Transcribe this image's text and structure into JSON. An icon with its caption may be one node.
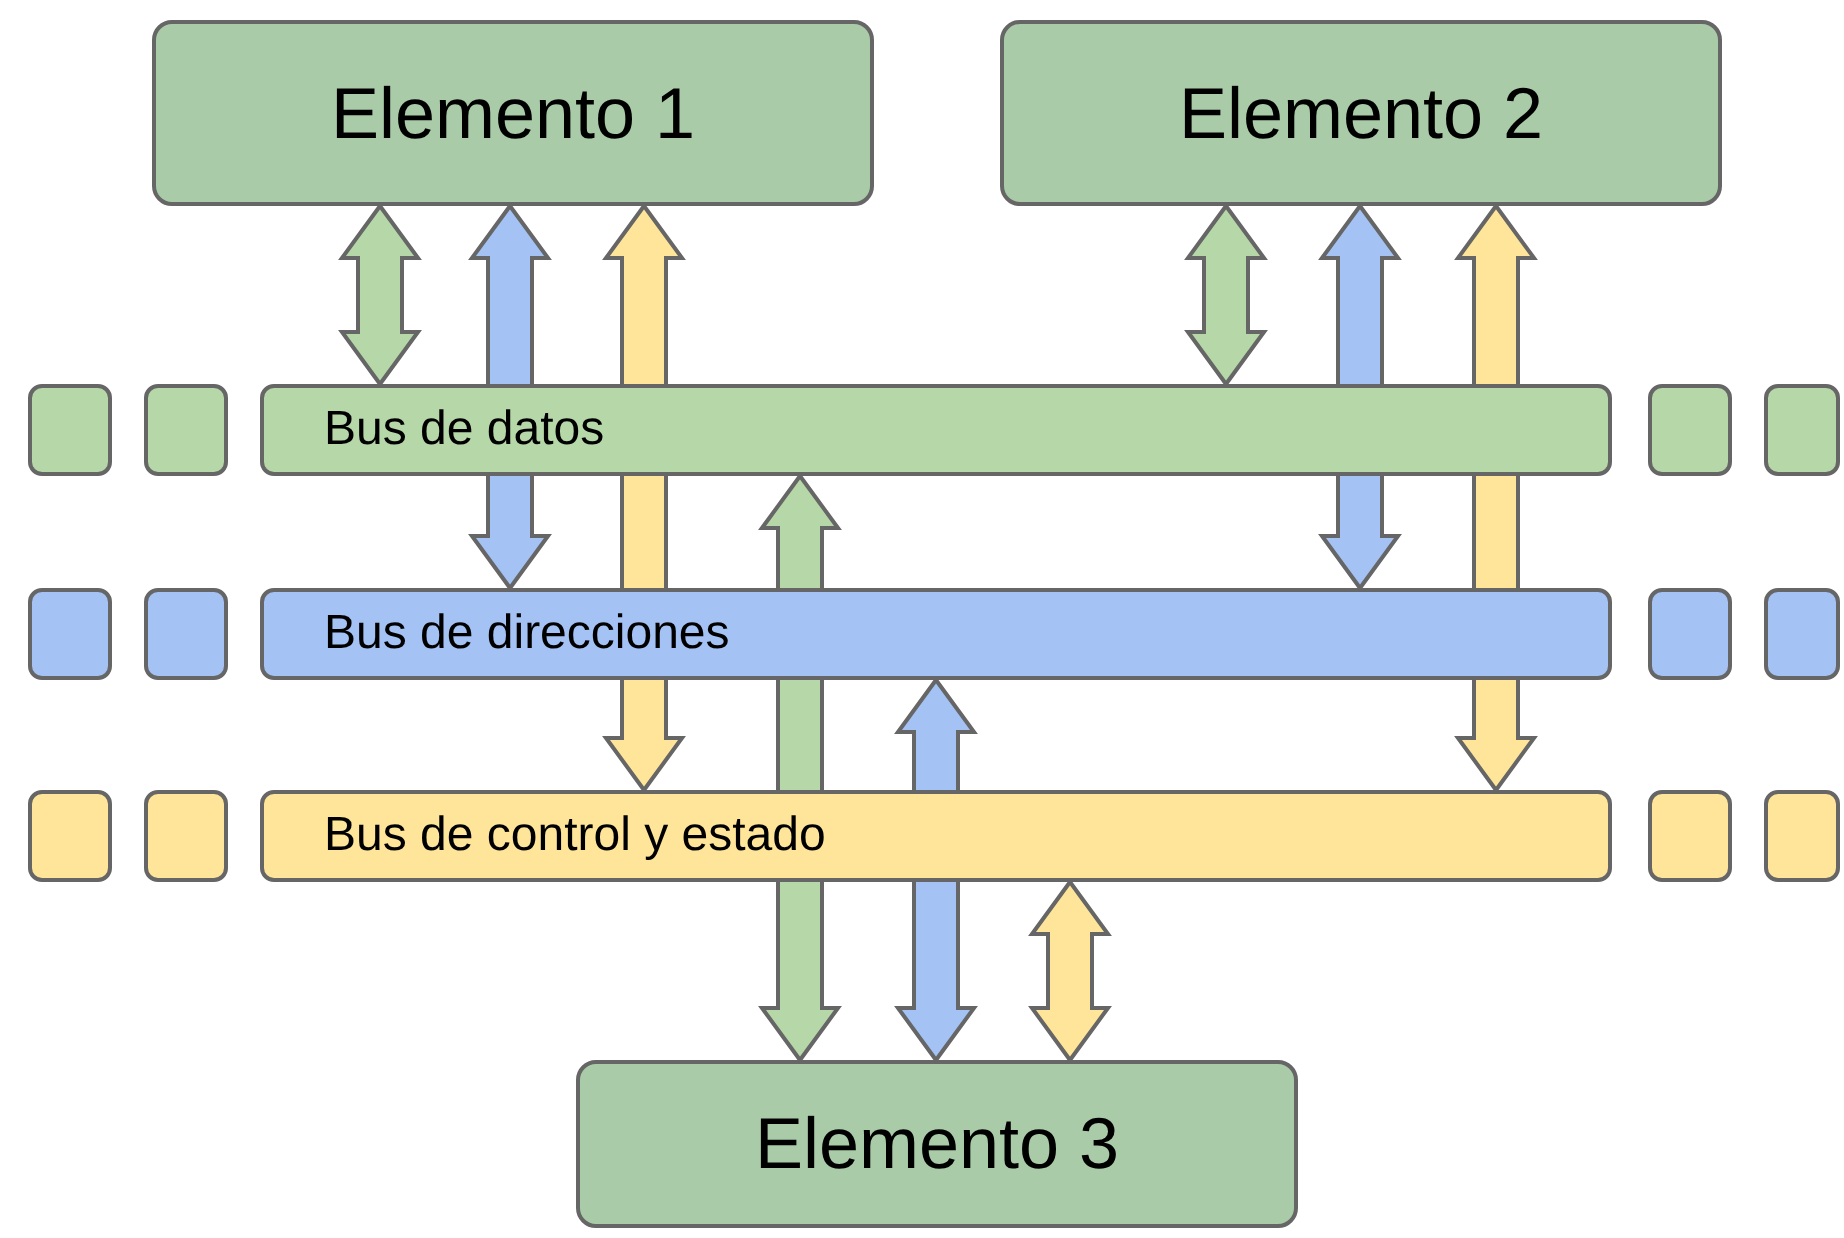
{
  "diagram": {
    "nodes": [
      {
        "text": [
          "Elemento 1"
        ]
      },
      {
        "text": [
          "Elemento 2"
        ]
      },
      {
        "text": [],
        "shape": "box"
      },
      {
        "text": [],
        "shape": "box"
      },
      {
        "text": [
          "Bus de datos"
        ]
      },
      {
        "text": [],
        "shape": "box"
      },
      {
        "text": [],
        "shape": "box"
      },
      {
        "text": [],
        "shape": "box"
      },
      {
        "text": [],
        "shape": "box"
      },
      {
        "text": [
          "Bus de direcciones"
        ]
      },
      {
        "text": [],
        "shape": "box"
      },
      {
        "text": [],
        "shape": "box"
      },
      {
        "text": [],
        "shape": "box"
      },
      {
        "text": [],
        "shape": "box"
      },
      {
        "text": [
          "Bus de control y estado"
        ]
      },
      {
        "text": [],
        "shape": "box"
      },
      {
        "text": [],
        "shape": "box"
      },
      {
        "text": [
          "Elemento 3"
        ]
      }
    ],
    "edges": [
      {
        "from": 0,
        "to": 4,
        "arrow": "both",
        "color": "#b6d7a8"
      },
      {
        "from": 0,
        "to": 9,
        "arrow": "both",
        "color": "#a4c2f4"
      },
      {
        "from": 0,
        "to": 14,
        "arrow": "both",
        "color": "#ffe599"
      },
      {
        "from": 1,
        "to": 4,
        "arrow": "both",
        "color": "#b6d7a8"
      },
      {
        "from": 1,
        "to": 9,
        "arrow": "both",
        "color": "#a4c2f4"
      },
      {
        "from": 1,
        "to": 14,
        "arrow": "both",
        "color": "#ffe599"
      },
      {
        "from": 4,
        "to": 17,
        "arrow": "both",
        "color": "#b6d7a8"
      },
      {
        "from": 9,
        "to": 17,
        "arrow": "both",
        "color": "#a4c2f4"
      },
      {
        "from": 14,
        "to": 17,
        "arrow": "both",
        "color": "#ffe599"
      }
    ]
  }
}
